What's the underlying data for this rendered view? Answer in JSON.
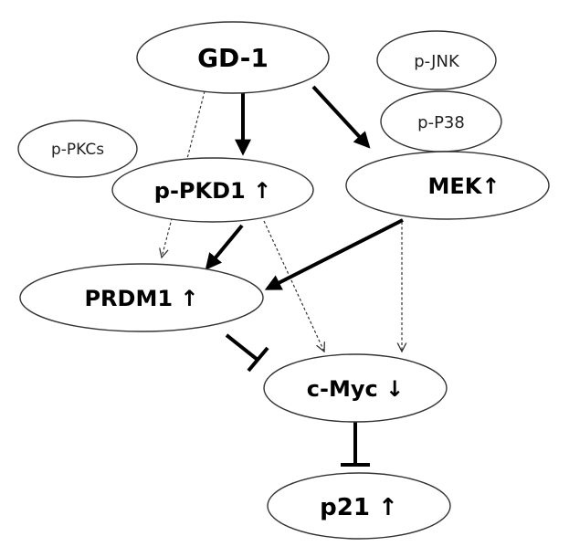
{
  "nodes": {
    "gd1": "GD-1",
    "pjnk": "p-JNK",
    "pp38": "p-P38",
    "ppkcs": "p-PKCs",
    "ppkd1": "p-PKD1 ↑",
    "mek": "MEK↑",
    "prdm1": "PRDM1 ↑",
    "cmyc": "c-Myc ↓",
    "p21": "p21 ↑"
  },
  "edges": [
    {
      "from": "GD-1",
      "to": "p-PKD1",
      "type": "activation"
    },
    {
      "from": "GD-1",
      "to": "MEK",
      "type": "activation"
    },
    {
      "from": "GD-1",
      "to": "PRDM1",
      "type": "weak-activation"
    },
    {
      "from": "p-PKD1",
      "to": "PRDM1",
      "type": "activation"
    },
    {
      "from": "p-PKD1",
      "to": "c-Myc",
      "type": "weak-activation"
    },
    {
      "from": "MEK",
      "to": "PRDM1",
      "type": "activation"
    },
    {
      "from": "MEK",
      "to": "c-Myc",
      "type": "weak-activation"
    },
    {
      "from": "PRDM1",
      "to": "c-Myc",
      "type": "inhibition"
    },
    {
      "from": "c-Myc",
      "to": "p21",
      "type": "inhibition"
    }
  ]
}
